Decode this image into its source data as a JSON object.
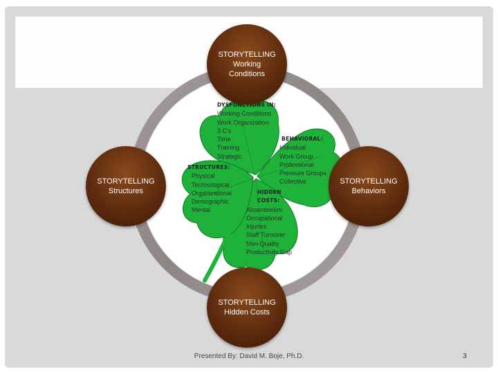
{
  "circles": {
    "top": [
      "STORYTELLING",
      "Working",
      "Conditions"
    ],
    "left": [
      "STORYTELLING",
      "Structures"
    ],
    "right": [
      "STORYTELLING",
      "Behaviors"
    ],
    "bottom": [
      "STORYTELLING",
      "Hidden Costs"
    ]
  },
  "clover": {
    "dysfunctions": {
      "heading": "DYSFUNCTIONS IN:",
      "items": [
        "Working Conditions",
        "Work Organization",
        "3 C's",
        "Time",
        "Training",
        "Strategic"
      ]
    },
    "structures": {
      "heading": "STRUCTURES:",
      "items": [
        "Physical",
        "Technological",
        "Organizational",
        "Demographic",
        "Mental"
      ]
    },
    "behavioral": {
      "heading": "BEHAVIORAL:",
      "items": [
        "Individual",
        "Work Group",
        "Professional",
        "Pressure Groups",
        "Collective"
      ]
    },
    "hidden_costs": {
      "heading_line1": "HIDDEN",
      "heading_line2": "COSTS:",
      "items": [
        "Absenteeism",
        "Occupational",
        "Injuries",
        "Staff Turnover",
        "Non-Quality",
        "Productivity Gap"
      ]
    }
  },
  "colors": {
    "clover_green": "#1fb23a",
    "circle_brown": "#5e2c0e",
    "ring_gray": "#9e9696"
  },
  "footer": {
    "presenter": "Presented By: David M. Boje, Ph.D.",
    "page_number": "3"
  }
}
